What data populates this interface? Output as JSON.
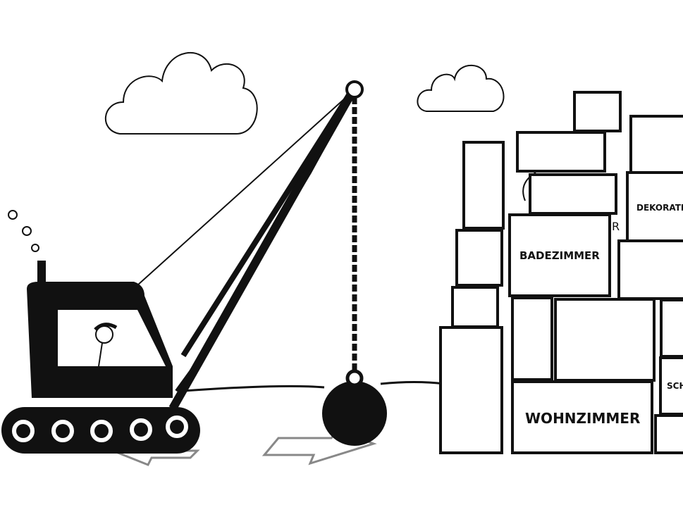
{
  "boxes": {
    "bathroom": "BADEZIMMER",
    "living_room": "WOHNZIMMER",
    "decoration": "DEKORATI",
    "bedroom": "SCH",
    "partial": "R"
  },
  "colors": {
    "ink": "#111111",
    "shadow": "#888888",
    "background": "#ffffff"
  }
}
